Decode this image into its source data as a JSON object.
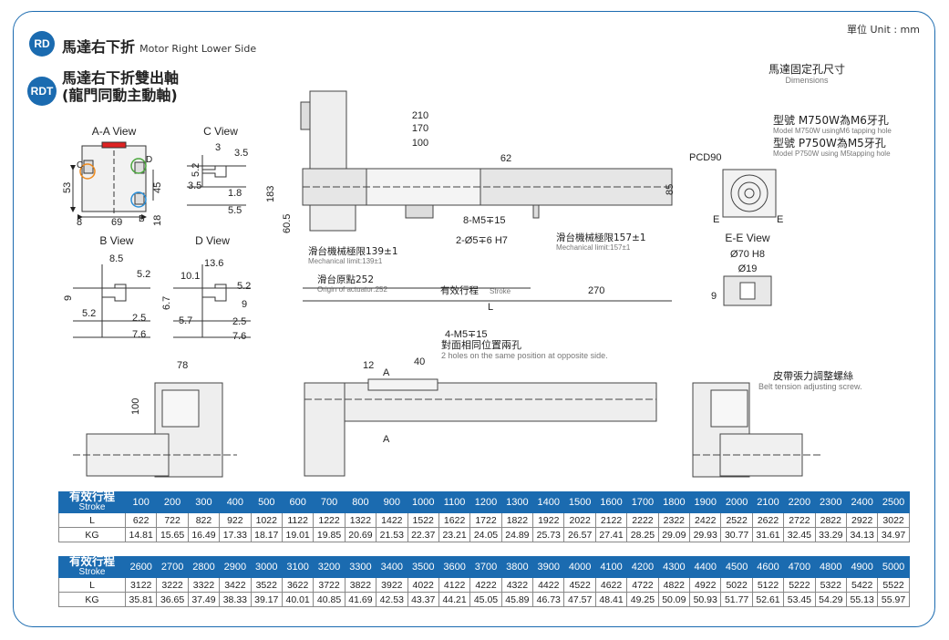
{
  "header": {
    "unit": "單位 Unit : mm",
    "rd_badge": "RD",
    "rd_title_cn": "馬達右下折",
    "rd_title_en": "Motor Right Lower Side",
    "rdt_badge": "RDT",
    "rdt_title_line1": "馬達右下折雙出軸",
    "rdt_title_line2": "(龍門同動主動軸)"
  },
  "views": {
    "aa": "A-A View",
    "c": "C View",
    "b": "B View",
    "d": "D View",
    "ee": "E-E View"
  },
  "motor_hole": {
    "title_cn": "馬達固定孔尺寸",
    "title_en": "Dimensions",
    "m750_cn": "型號 M750W為M6牙孔",
    "m750_en": "Model M750W usingM6 tapping hole",
    "p750_cn": "型號 P750W為M5牙孔",
    "p750_en": "Model P750W using M5tapping hole",
    "pcd": "PCD90",
    "e": "E",
    "phi70": "Ø70 H8",
    "phi19": "Ø19",
    "d9": "9"
  },
  "main_dims": {
    "d210": "210",
    "d170": "170",
    "d100": "100",
    "d62": "62",
    "d85": "85",
    "d183": "183",
    "d605": "60.5",
    "m5": "8-M5∓15",
    "o5": "2-Ø5∓6 H7",
    "mech_left_cn": "滑台機械極限139±1",
    "mech_left_en": "Mechanical limit:139±1",
    "origin_cn": "滑台原點252",
    "origin_en": "Origin of actuator:252",
    "stroke_cn": "有效行程",
    "stroke_en": "Stroke",
    "d270": "270",
    "L": "L",
    "mech_right_cn": "滑台機械極限157±1",
    "mech_right_en": "Mechanical limit:157±1"
  },
  "aa_dims": {
    "d53": "53",
    "d8": "8",
    "d69": "69",
    "d18": "18",
    "d45": "45",
    "C": "C",
    "D": "D",
    "B": "B"
  },
  "c_dims": {
    "d3": "3",
    "d35": "3.5",
    "d52": "5.2",
    "d35b": "3.5",
    "d18": "1.8",
    "d55": "5.5"
  },
  "b_dims": {
    "d85": "8.5",
    "d52": "5.2",
    "d9": "9",
    "d52b": "5.2",
    "d25": "2.5",
    "d76": "7.6"
  },
  "d_dims": {
    "d136": "13.6",
    "d101": "10.1",
    "d52": "5.2",
    "d67": "6.7",
    "d9": "9",
    "d57": "5.7",
    "d25": "2.5",
    "d76": "7.6"
  },
  "lower": {
    "d78": "78",
    "d100": "100",
    "d12": "12",
    "d40": "40",
    "A": "A",
    "holes_title": "4-M5∓15",
    "holes_cn": "對面相同位置兩孔",
    "holes_en": "2 holes on the same position at opposite side.",
    "belt_cn": "皮帶張力調整螺絲",
    "belt_en": "Belt tension adjusting screw."
  },
  "table": {
    "hdr_cn": "有效行程",
    "hdr_en": "Stroke",
    "row_l": "L",
    "row_kg": "KG",
    "part1": {
      "stroke": [
        "100",
        "200",
        "300",
        "400",
        "500",
        "600",
        "700",
        "800",
        "900",
        "1000",
        "1100",
        "1200",
        "1300",
        "1400",
        "1500",
        "1600",
        "1700",
        "1800",
        "1900",
        "2000",
        "2100",
        "2200",
        "2300",
        "2400",
        "2500"
      ],
      "L": [
        "622",
        "722",
        "822",
        "922",
        "1022",
        "1122",
        "1222",
        "1322",
        "1422",
        "1522",
        "1622",
        "1722",
        "1822",
        "1922",
        "2022",
        "2122",
        "2222",
        "2322",
        "2422",
        "2522",
        "2622",
        "2722",
        "2822",
        "2922",
        "3022"
      ],
      "KG": [
        "14.81",
        "15.65",
        "16.49",
        "17.33",
        "18.17",
        "19.01",
        "19.85",
        "20.69",
        "21.53",
        "22.37",
        "23.21",
        "24.05",
        "24.89",
        "25.73",
        "26.57",
        "27.41",
        "28.25",
        "29.09",
        "29.93",
        "30.77",
        "31.61",
        "32.45",
        "33.29",
        "34.13",
        "34.97"
      ]
    },
    "part2": {
      "stroke": [
        "2600",
        "2700",
        "2800",
        "2900",
        "3000",
        "3100",
        "3200",
        "3300",
        "3400",
        "3500",
        "3600",
        "3700",
        "3800",
        "3900",
        "4000",
        "4100",
        "4200",
        "4300",
        "4400",
        "4500",
        "4600",
        "4700",
        "4800",
        "4900",
        "5000"
      ],
      "L": [
        "3122",
        "3222",
        "3322",
        "3422",
        "3522",
        "3622",
        "3722",
        "3822",
        "3922",
        "4022",
        "4122",
        "4222",
        "4322",
        "4422",
        "4522",
        "4622",
        "4722",
        "4822",
        "4922",
        "5022",
        "5122",
        "5222",
        "5322",
        "5422",
        "5522"
      ],
      "KG": [
        "35.81",
        "36.65",
        "37.49",
        "38.33",
        "39.17",
        "40.01",
        "40.85",
        "41.69",
        "42.53",
        "43.37",
        "44.21",
        "45.05",
        "45.89",
        "46.73",
        "47.57",
        "48.41",
        "49.25",
        "50.09",
        "50.93",
        "51.77",
        "52.61",
        "53.45",
        "54.29",
        "55.13",
        "55.97"
      ]
    }
  }
}
